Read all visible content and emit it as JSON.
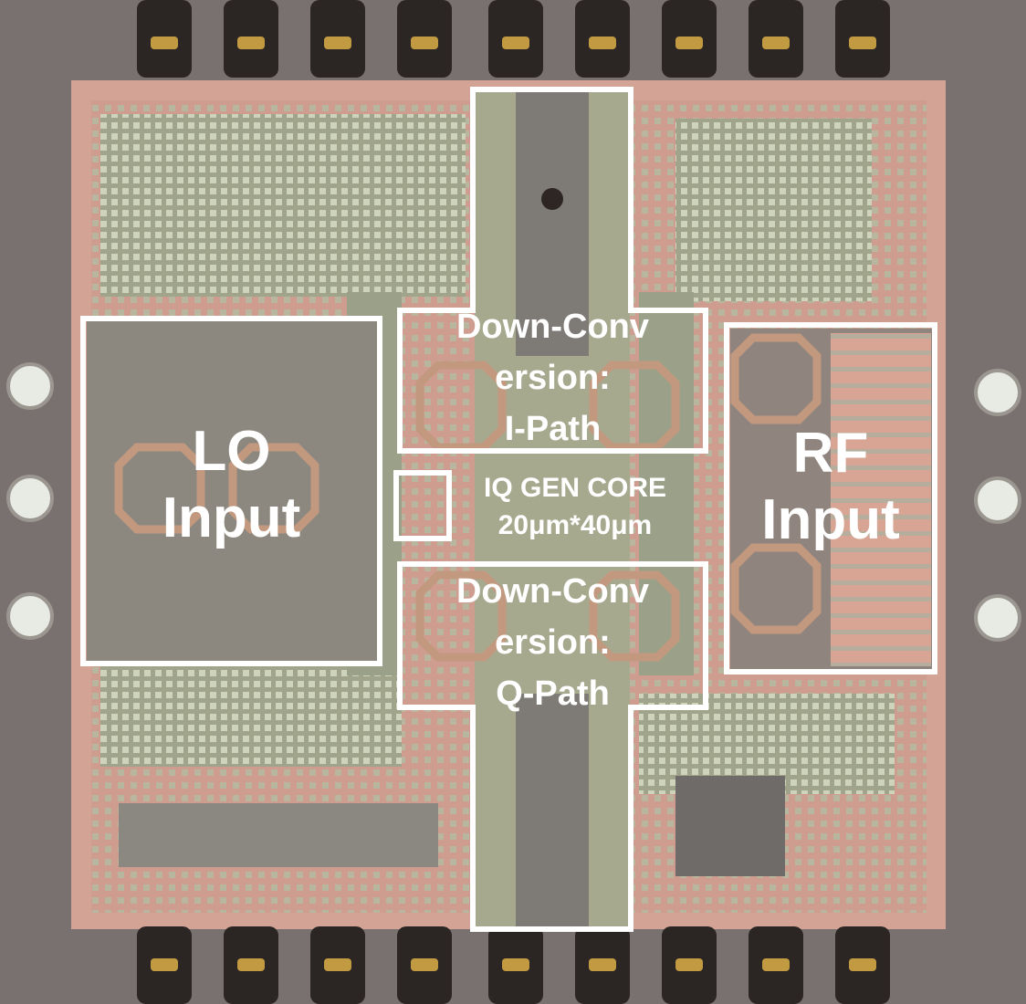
{
  "image": {
    "subject": "Die micrograph of RF receiver chip with annotated functional blocks",
    "colors": {
      "substrate": "#78716f",
      "chip_field": "#b8b9a0",
      "pink_metal": "#d9a99a",
      "green_metal": "#c5cdb4",
      "bond_pad": "#262220",
      "bond_gold": "#c9a24a",
      "annotation": "#ffffff"
    }
  },
  "labels": {
    "lo_input": [
      "LO",
      "Input"
    ],
    "rf_input": [
      "RF",
      "Input"
    ],
    "i_path": [
      "Down-Conv",
      "ersion:",
      "I-Path"
    ],
    "q_path": [
      "Down-Conv",
      "ersion:",
      "Q-Path"
    ],
    "iq_core": [
      "IQ GEN CORE",
      "20μm*40μm"
    ]
  },
  "icons": [
    "bond-pad-icon",
    "probe-pad-icon",
    "inductor-coil-icon"
  ]
}
